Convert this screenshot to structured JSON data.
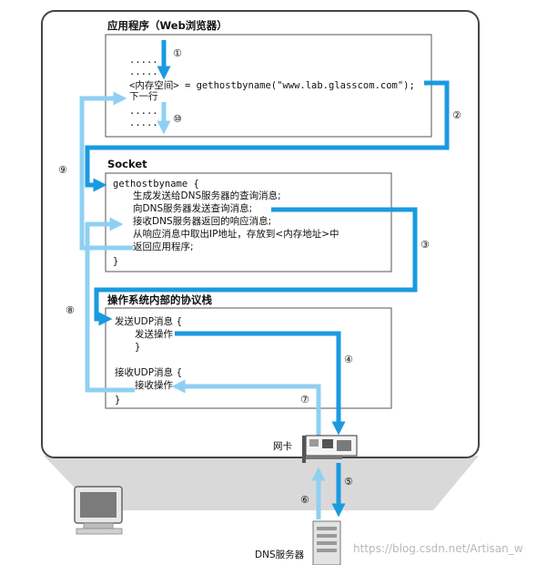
{
  "app": {
    "heading": "应用程序（Web浏览器）",
    "dots1": ".....",
    "dots2": ".....",
    "call": "<内存空间> = gethostbyname(\"www.lab.glasscom.com\");",
    "next": "下一行",
    "dots3": ".....",
    "dots4": "....."
  },
  "socket": {
    "heading": "Socket",
    "func": "gethostbyname  {",
    "l1": "生成发送给DNS服务器的查询消息;",
    "l2": "向DNS服务器发送查询消息;",
    "l3": "接收DNS服务器返回的响应消息;",
    "l4": "从响应消息中取出IP地址，存放到<内存地址>中",
    "l5": "返回应用程序;",
    "close": "}"
  },
  "stack": {
    "heading": "操作系统内部的协议栈",
    "send_udp": "发送UDP消息  {",
    "send_op": "发送操作",
    "close1": "}",
    "recv_udp": "接收UDP消息  {",
    "recv_op": "接收操作",
    "close2": "}"
  },
  "steps": [
    "①",
    "②",
    "③",
    "④",
    "⑤",
    "⑥",
    "⑦",
    "⑧",
    "⑨",
    "⑩"
  ],
  "nic_label": "网卡",
  "dns_label": "DNS服务器",
  "watermark": "https://blog.csdn.net/Artisan_w",
  "colors": {
    "request": "#1a9ae0",
    "response": "#8fd0f2",
    "frame": "#444444",
    "base": "#d7d7d7"
  }
}
